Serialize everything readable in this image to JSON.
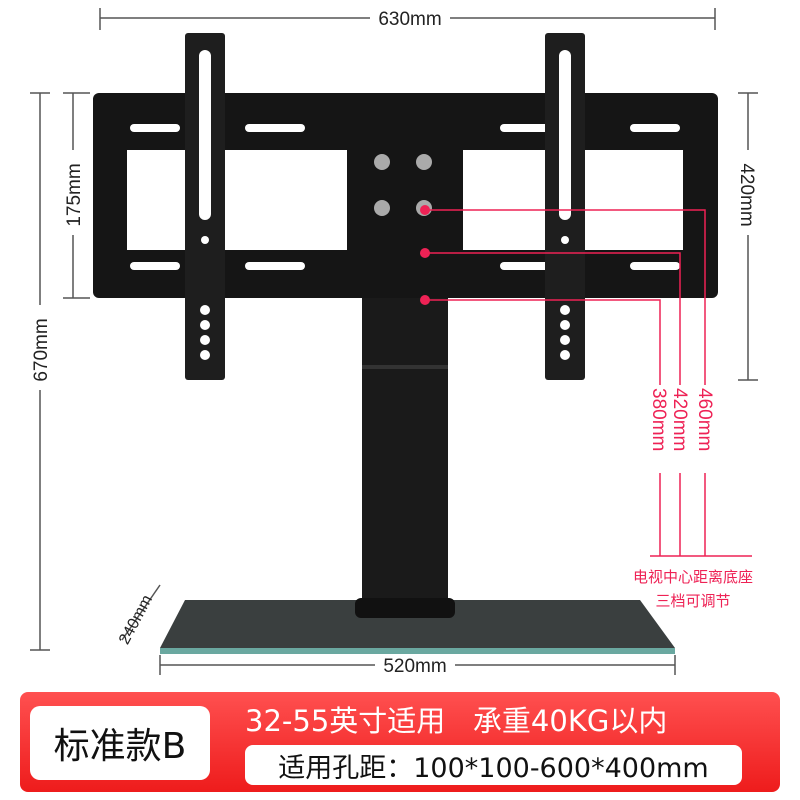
{
  "dimensions": {
    "width": "630mm",
    "height_right": "420mm",
    "plate_height": "175mm",
    "total_height": "670mm",
    "base_depth": "240mm",
    "base_width": "520mm"
  },
  "center_heights": [
    "460mm",
    "420mm",
    "380mm"
  ],
  "center_note": {
    "line1": "电视中心距离底座",
    "line2": "三档可调节"
  },
  "banner": {
    "model": "标准款B",
    "headline": "32-55英寸适用   承重40KG以内",
    "vesa": "适用孔距：100*100-600*400mm"
  },
  "colors": {
    "accent": "#ee2255",
    "banner": "#f02a2a",
    "product": "#111111"
  }
}
